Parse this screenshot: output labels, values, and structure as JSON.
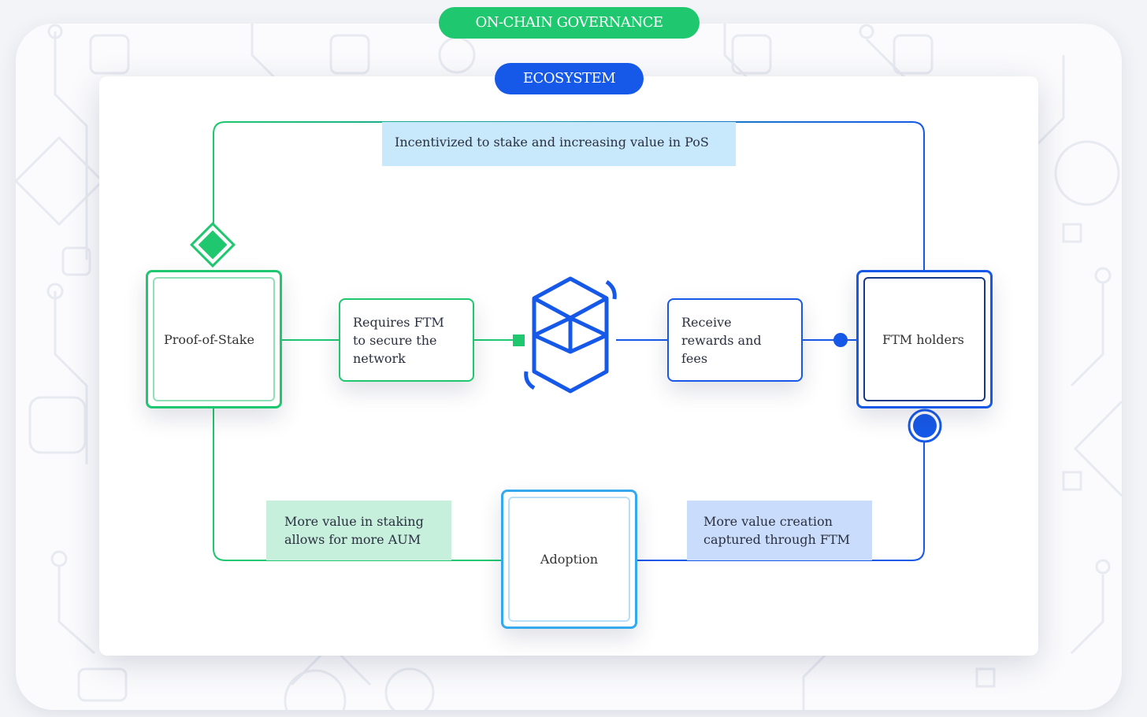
{
  "header": {
    "governance_label": "ON-CHAIN GOVERNANCE",
    "ecosystem_label": "ECOSYSTEM"
  },
  "nodes": {
    "proof_of_stake": "Proof-of-Stake",
    "ftm_holders": "FTM holders",
    "adoption": "Adoption"
  },
  "steps": {
    "requires": [
      "Requires FTM",
      "to secure the",
      "network"
    ],
    "receive": [
      "Receive",
      "rewards and",
      "fees"
    ]
  },
  "annotations": {
    "incentivized": "Incentivized to stake and increasing value in PoS",
    "more_value_staking": [
      "More value in staking",
      "allows for more AUM"
    ],
    "more_value_creation": [
      "More value creation",
      "captured through FTM"
    ]
  },
  "colors": {
    "green": "#1fc76e",
    "blue": "#1659e8",
    "light_blue": "#35a9ee",
    "incentive_bg": "#c8e9fb",
    "staking_bg": "#c6efdc",
    "creation_bg": "#c9dcfb"
  },
  "icons": {
    "center": "fantom-logo-icon",
    "diamond": "diamond-connector-icon"
  }
}
